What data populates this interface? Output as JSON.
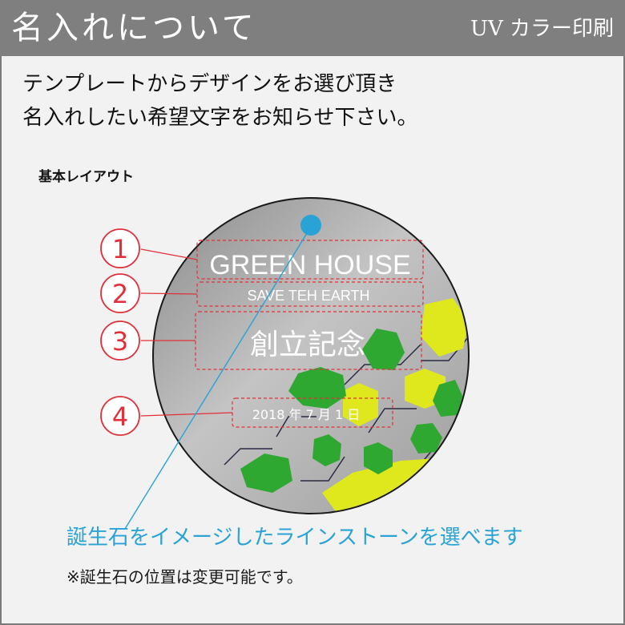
{
  "header": {
    "title": "名入れについて",
    "subtitle": "UV カラー印刷"
  },
  "intro": {
    "line1": "テンプレートからデザインをお選び頂き",
    "line2": "名入れしたい希望文字をお知らせ下さい。"
  },
  "layout_label": "基本レイアウト",
  "markers": [
    "1",
    "2",
    "3",
    "4"
  ],
  "design": {
    "line1": "GREEN HOUSE",
    "line2": "SAVE TEH EARTH",
    "line3": "創立記念",
    "line4": "2018 年 7 月 1 日"
  },
  "notes": {
    "stone": "誕生石をイメージしたラインストーンを選べます",
    "position": "※誕生石の位置は変更可能です。"
  },
  "colors": {
    "header_bg": "#7f7f7f",
    "marker_red": "#e0303a",
    "stone_blue": "#29a3d6",
    "hex_green": "#2fa832",
    "hex_yellow": "#dfe81d"
  }
}
